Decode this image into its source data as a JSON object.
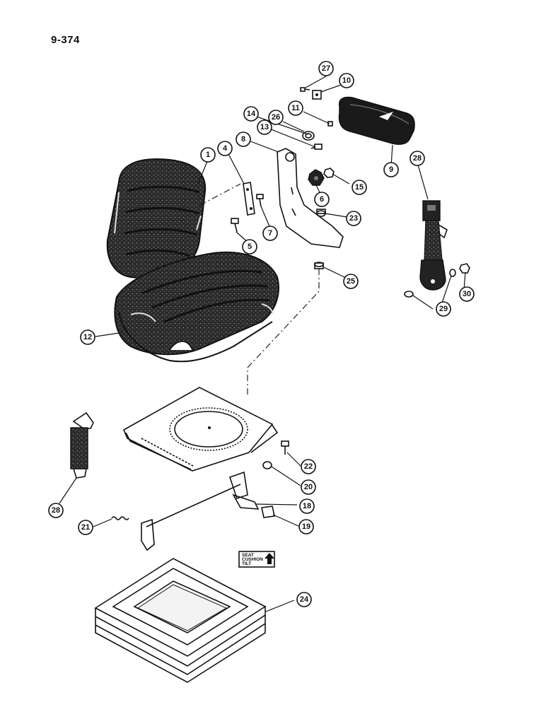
{
  "page": {
    "number": "9-374"
  },
  "callouts": [
    {
      "id": "27"
    },
    {
      "id": "10"
    },
    {
      "id": "11"
    },
    {
      "id": "26"
    },
    {
      "id": "14"
    },
    {
      "id": "13"
    },
    {
      "id": "8"
    },
    {
      "id": "4"
    },
    {
      "id": "1"
    },
    {
      "id": "9"
    },
    {
      "id": "28"
    },
    {
      "id": "15"
    },
    {
      "id": "6"
    },
    {
      "id": "23"
    },
    {
      "id": "7"
    },
    {
      "id": "5"
    },
    {
      "id": "25"
    },
    {
      "id": "29"
    },
    {
      "id": "30"
    },
    {
      "id": "12"
    },
    {
      "id": "22"
    },
    {
      "id": "20"
    },
    {
      "id": "18"
    },
    {
      "id": "19"
    },
    {
      "id": "28"
    },
    {
      "id": "21"
    },
    {
      "id": "24"
    }
  ],
  "decal": {
    "line1": "SEAT",
    "line2": "CUSHION",
    "line3": "TILT"
  }
}
